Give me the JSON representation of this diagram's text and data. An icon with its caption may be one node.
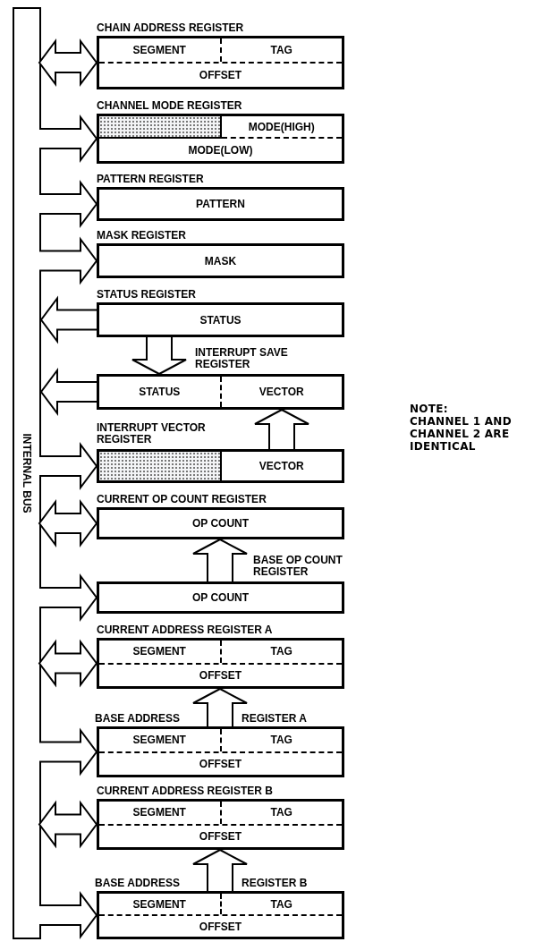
{
  "diagram": {
    "nodes": [
      {
        "text": [
          "INTERNAL BUS"
        ]
      },
      {
        "text": [
          "CHAIN ADDRESS REGISTER",
          "SEGMENT",
          "TAG",
          "OFFSET"
        ]
      },
      {
        "text": [
          "CHANNEL MODE REGISTER",
          "MODE(HIGH)",
          "MODE(LOW)"
        ]
      },
      {
        "text": [
          "PATTERN REGISTER",
          "PATTERN"
        ]
      },
      {
        "text": [
          "MASK REGISTER",
          "MASK"
        ]
      },
      {
        "text": [
          "STATUS REGISTER",
          "STATUS"
        ]
      },
      {
        "text": [
          "INTERRUPT SAVE REGISTER",
          "STATUS",
          "VECTOR"
        ]
      },
      {
        "text": [
          "INTERRUPT VECTOR REGISTER",
          "VECTOR"
        ]
      },
      {
        "text": [
          "CURRENT OP COUNT REGISTER",
          "OP COUNT"
        ]
      },
      {
        "text": [
          "BASE OP COUNT REGISTER",
          "OP COUNT"
        ]
      },
      {
        "text": [
          "CURRENT ADDRESS REGISTER A",
          "SEGMENT",
          "TAG",
          "OFFSET"
        ]
      },
      {
        "text": [
          "BASE ADDRESS",
          "REGISTER A",
          "SEGMENT",
          "TAG",
          "OFFSET"
        ]
      },
      {
        "text": [
          "CURRENT ADDRESS REGISTER B",
          "SEGMENT",
          "TAG",
          "OFFSET"
        ]
      },
      {
        "text": [
          "BASE ADDRESS",
          "REGISTER B",
          "SEGMENT",
          "TAG",
          "OFFSET"
        ]
      },
      {
        "text": [],
        "shape": "box",
        "in": 2
      },
      {
        "text": [],
        "shape": "box",
        "in": 7
      }
    ],
    "edges": [
      {
        "from": 0,
        "to": 1,
        "arrow": "both"
      },
      {
        "from": 0,
        "to": 2,
        "arrow": "to"
      },
      {
        "from": 0,
        "to": 3,
        "arrow": "to"
      },
      {
        "from": 0,
        "to": 4,
        "arrow": "to"
      },
      {
        "from": 5,
        "to": 0,
        "arrow": "to"
      },
      {
        "from": 5,
        "to": 6,
        "arrow": "to"
      },
      {
        "from": 6,
        "to": 0,
        "arrow": "to"
      },
      {
        "from": 0,
        "to": 7,
        "arrow": "to"
      },
      {
        "from": 7,
        "to": 6,
        "arrow": "to"
      },
      {
        "from": 0,
        "to": 8,
        "arrow": "both"
      },
      {
        "from": 0,
        "to": 9,
        "arrow": "to"
      },
      {
        "from": 9,
        "to": 8,
        "arrow": "to"
      },
      {
        "from": 0,
        "to": 10,
        "arrow": "both"
      },
      {
        "from": 0,
        "to": 11,
        "arrow": "to"
      },
      {
        "from": 11,
        "to": 10,
        "arrow": "to"
      },
      {
        "from": 0,
        "to": 12,
        "arrow": "both"
      },
      {
        "from": 0,
        "to": 13,
        "arrow": "to"
      },
      {
        "from": 13,
        "to": 12,
        "arrow": "to"
      }
    ],
    "labels": [
      "NOTE:",
      "CHANNEL 1 AND CHANNEL 2 ARE IDENTICAL"
    ]
  }
}
